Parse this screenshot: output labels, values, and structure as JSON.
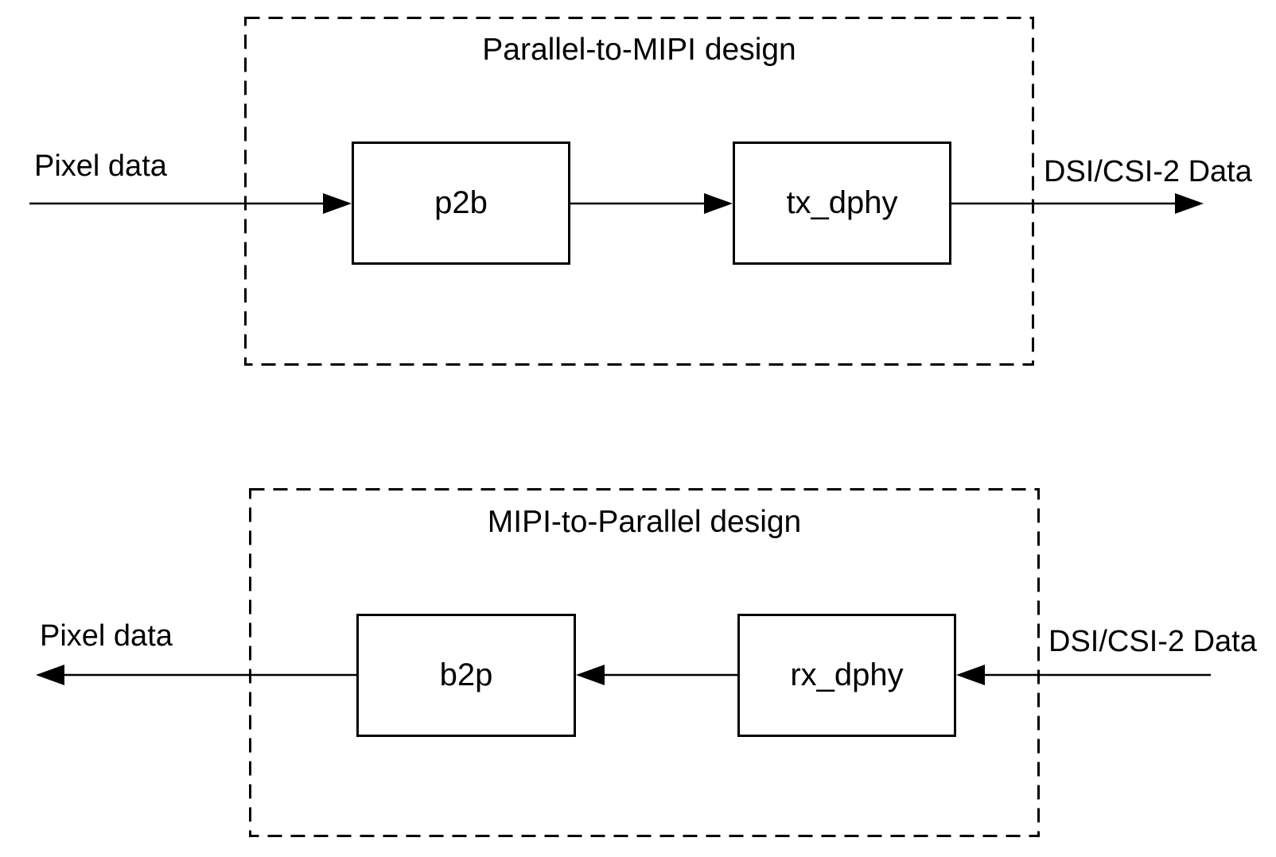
{
  "canvas": {
    "background_color": "#ffffff",
    "line_color": "#000000"
  },
  "top_design": {
    "title": "Parallel-to-MIPI design",
    "flow_direction": "left-to-right",
    "input_label": "Pixel data",
    "output_label": "DSI/CSI-2 Data",
    "blocks": [
      {
        "label": "p2b"
      },
      {
        "label": "tx_dphy"
      }
    ]
  },
  "bottom_design": {
    "title": "MIPI-to-Parallel design",
    "flow_direction": "right-to-left",
    "input_label": "DSI/CSI-2 Data",
    "output_label": "Pixel data",
    "blocks": [
      {
        "label": "b2p"
      },
      {
        "label": "rx_dphy"
      }
    ]
  }
}
